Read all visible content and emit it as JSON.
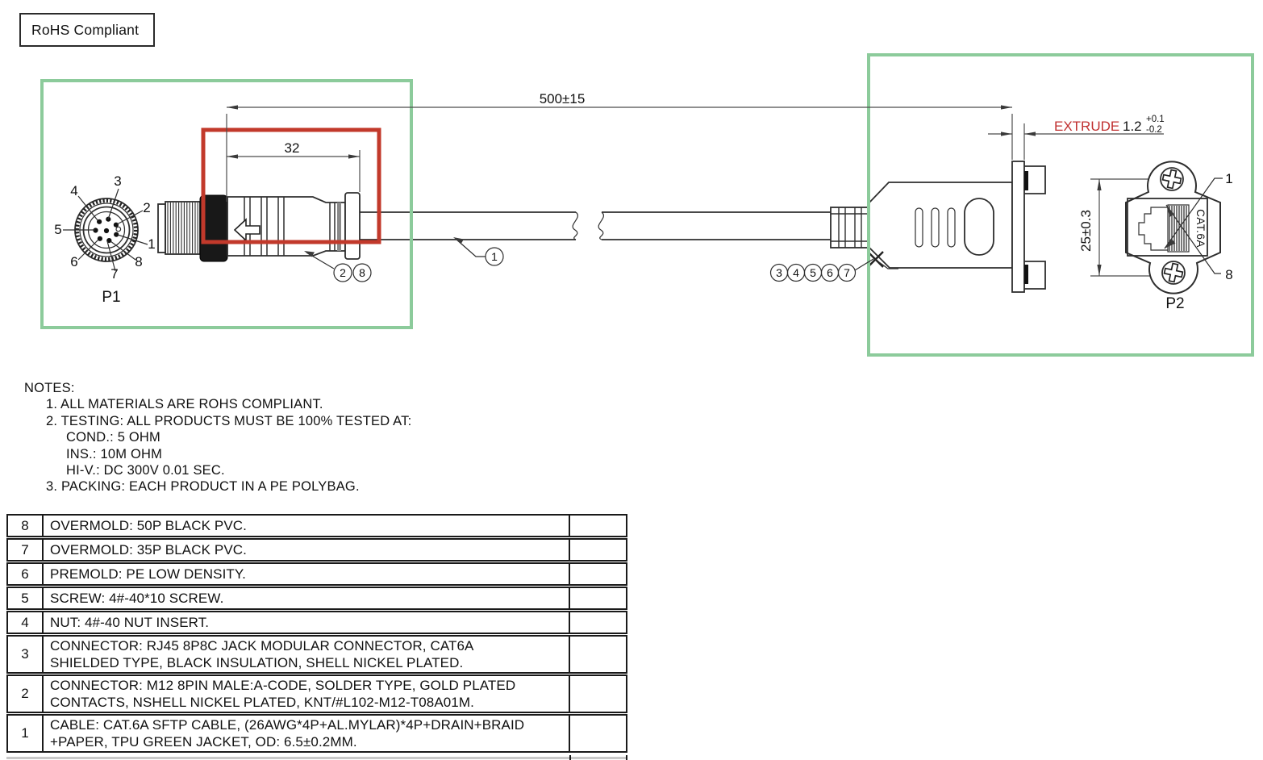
{
  "badge": {
    "label": "RoHS Compliant"
  },
  "drawing": {
    "dim_overall": "500±15",
    "dim_mold": "32",
    "dim_p2_height": "25±0.3",
    "extrude": {
      "label": "EXTRUDE",
      "value": "1.2",
      "tol_plus": "+0.1",
      "tol_minus": "-0.2"
    },
    "p1": {
      "label": "P1",
      "pin_labels": [
        "1",
        "2",
        "3",
        "4",
        "5",
        "6",
        "7",
        "8"
      ]
    },
    "p2": {
      "label": "P2",
      "jack_marking": "CAT.6A",
      "pin_first": "1",
      "pin_last": "8"
    },
    "callouts": {
      "cable": [
        "1"
      ],
      "p1_mold": [
        "2",
        "8"
      ],
      "p2_parts": [
        "3",
        "4",
        "5",
        "6",
        "7"
      ]
    },
    "colors": {
      "highlight_green": "#8CCB9B",
      "highlight_red": "#C2392B",
      "extrude_red": "#C03030"
    }
  },
  "notes": {
    "lines": [
      "NOTES:",
      "1. ALL MATERIALS ARE ROHS COMPLIANT.",
      "2. TESTING: ALL PRODUCTS MUST BE 100% TESTED AT:",
      "COND.: 5 OHM",
      "INS.: 10M OHM",
      "HI-V.: DC 300V 0.01 SEC.",
      "3. PACKING: EACH PRODUCT IN A PE POLYBAG."
    ]
  },
  "bom": {
    "rows": [
      {
        "no": "8",
        "desc": "OVERMOLD: 50P BLACK PVC."
      },
      {
        "no": "7",
        "desc": "OVERMOLD: 35P BLACK PVC."
      },
      {
        "no": "6",
        "desc": "PREMOLD: PE LOW DENSITY."
      },
      {
        "no": "5",
        "desc": "SCREW: 4#-40*10  SCREW."
      },
      {
        "no": "4",
        "desc": "NUT: 4#-40  NUT INSERT."
      },
      {
        "no": "3",
        "desc": "CONNECTOR: RJ45 8P8C JACK MODULAR CONNECTOR, CAT6A\nSHIELDED TYPE, BLACK INSULATION, SHELL NICKEL PLATED."
      },
      {
        "no": "2",
        "desc": "CONNECTOR: M12 8PIN MALE:A-CODE, SOLDER TYPE, GOLD PLATED\nCONTACTS, NSHELL NICKEL PLATED, KNT/#L102-M12-T08A01M."
      },
      {
        "no": "1",
        "desc": "CABLE: CAT.6A SFTP CABLE, (26AWG*4P+AL.MYLAR)*4P+DRAIN+BRAID\n+PAPER, TPU GREEN JACKET, OD: 6.5±0.2MM."
      }
    ]
  }
}
